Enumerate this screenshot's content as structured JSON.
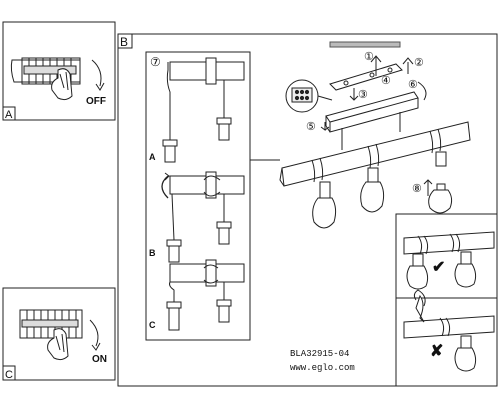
{
  "panels": {
    "a": {
      "letter": "A",
      "caption": "OFF"
    },
    "b": {
      "letter": "B"
    },
    "c": {
      "letter": "C",
      "caption": "ON"
    }
  },
  "steps": {
    "s1": "①",
    "s2": "②",
    "s3": "③",
    "s4": "④",
    "s5": "⑤",
    "s6": "⑥",
    "s7": "⑦",
    "s8": "⑧"
  },
  "variants": [
    "A",
    "B",
    "C"
  ],
  "hints": {
    "correct": "✔",
    "wrong": "✘"
  },
  "footer": {
    "code": "BLA32915-04",
    "url": "www.eglo.com"
  }
}
